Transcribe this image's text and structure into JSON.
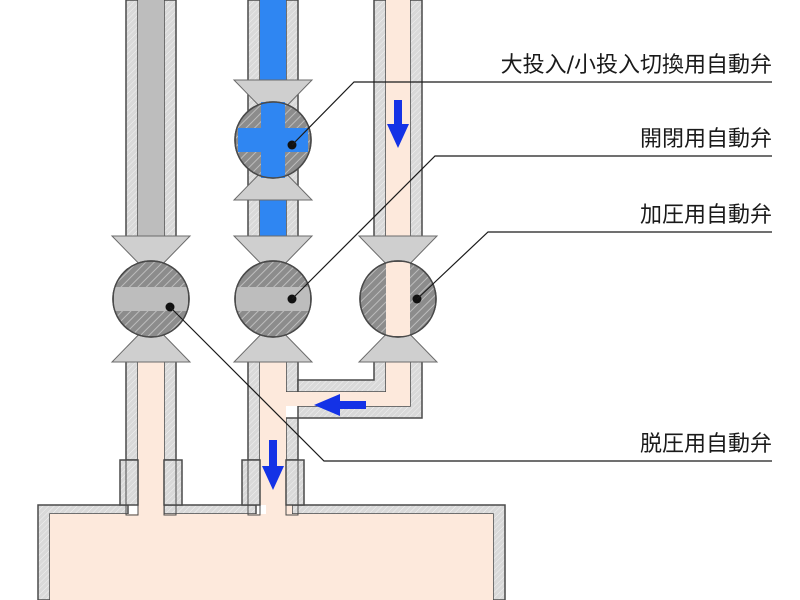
{
  "labels": {
    "large_small_switch_valve": "大投入/小投入切換用自動弁",
    "open_close_valve": "開閉用自動弁",
    "pressurize_valve": "加圧用自動弁",
    "depressurize_valve": "脱圧用自動弁"
  },
  "colors": {
    "pipe_wall": "#d4d4d4",
    "pipe_outline": "#4a4a4a",
    "gas_fill": "#bdbdbd",
    "product_fill": "#2f86f2",
    "air_fill": "#fde9dc",
    "valve_seat": "#cfcfcf",
    "valve_ball": "#8c8c8c",
    "flow_arrow": "#1432e6",
    "leader_line": "#1a1a1a"
  },
  "icons": {
    "flow": "down-arrow, left-arrow",
    "valve": "ball-valve"
  }
}
